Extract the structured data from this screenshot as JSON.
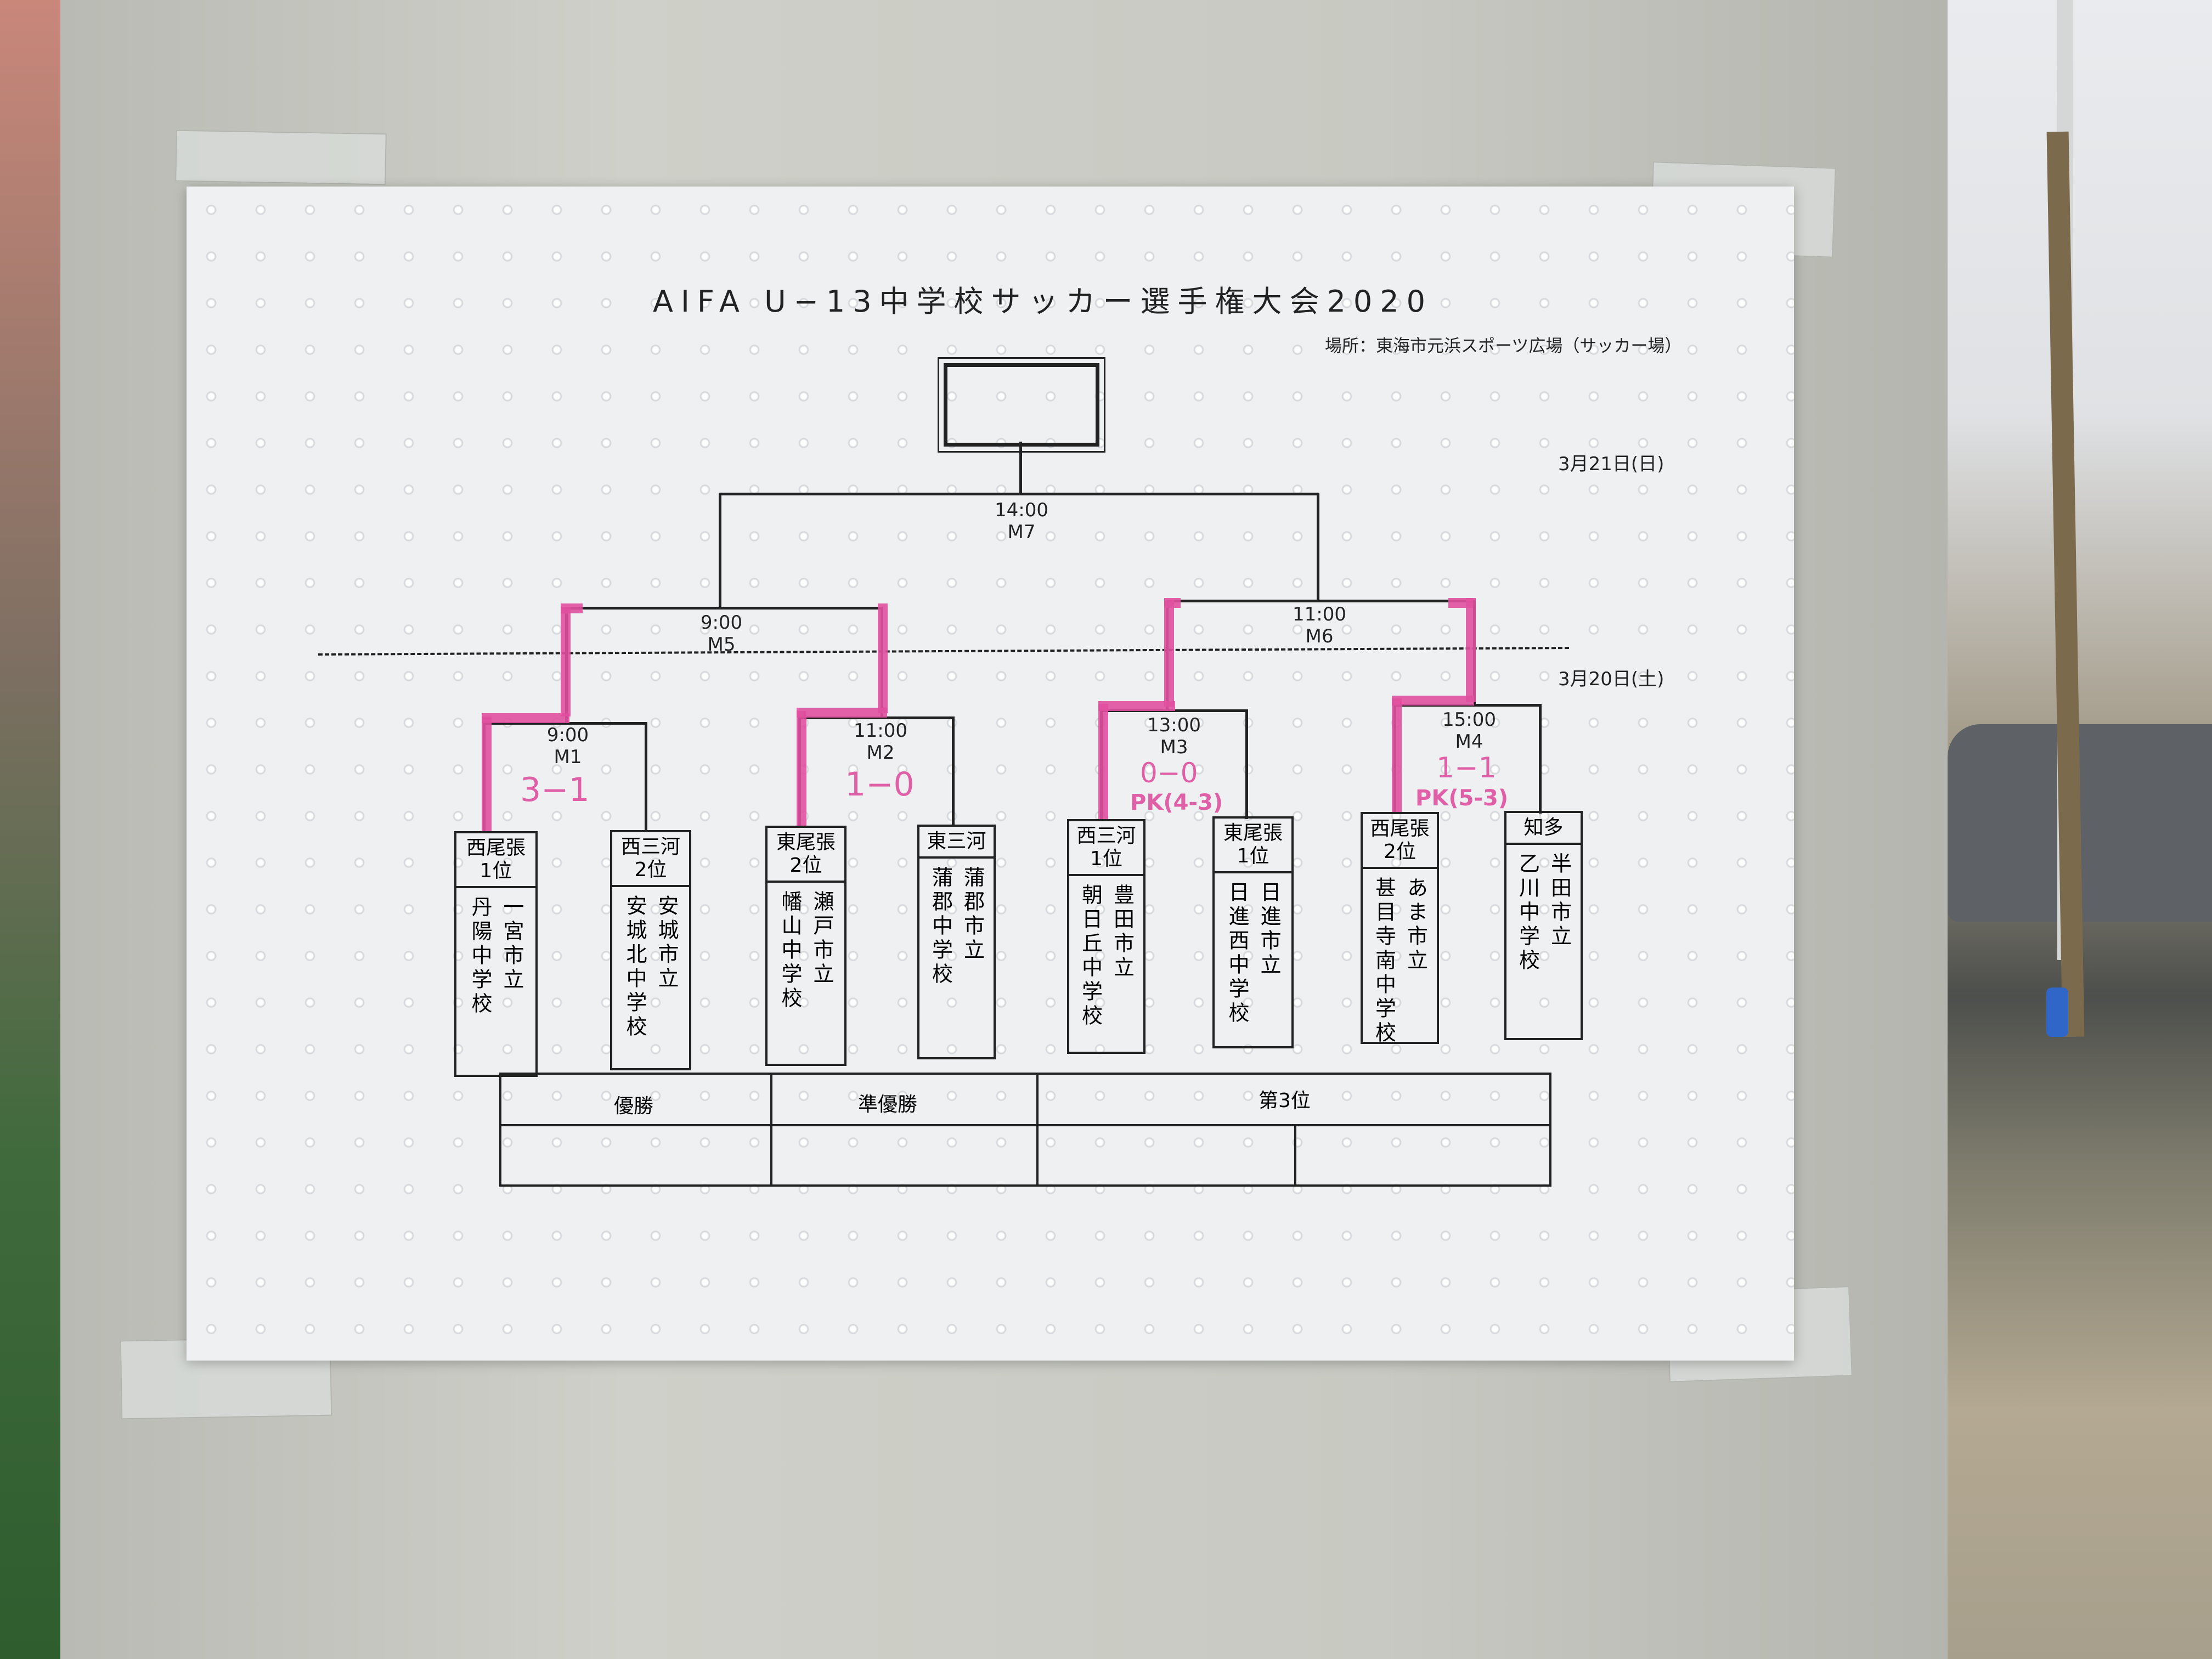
{
  "poster": {
    "title": "AIFA U−13中学校サッカー選手権大会2020",
    "venue": "場所：東海市元浜スポーツ広場（サッカー場）",
    "date_day2": "3月21日(日)",
    "date_day1": "3月20日(土)"
  },
  "matches": {
    "m7": {
      "time": "14:00",
      "id": "M7"
    },
    "m5": {
      "time": "9:00",
      "id": "M5"
    },
    "m6": {
      "time": "11:00",
      "id": "M6"
    },
    "m1": {
      "time": "9:00",
      "id": "M1",
      "score": "3−1"
    },
    "m2": {
      "time": "11:00",
      "id": "M2",
      "score": "1−0"
    },
    "m3": {
      "time": "13:00",
      "id": "M3",
      "score": "0−0",
      "pk": "PK(4-3)"
    },
    "m4": {
      "time": "15:00",
      "id": "M4",
      "score": "1−1",
      "pk": "PK(5-3)"
    }
  },
  "teams": [
    {
      "seed": "西尾張\n1位",
      "col1": "一宮市立",
      "col2": "丹陽中学校"
    },
    {
      "seed": "西三河\n2位",
      "col1": "安城市立",
      "col2": "安城北中学校"
    },
    {
      "seed": "東尾張\n2位",
      "col1": "瀬戸市立",
      "col2": "幡山中学校"
    },
    {
      "seed": "東三河",
      "col1": "蒲郡市立",
      "col2": "蒲郡中学校"
    },
    {
      "seed": "西三河\n1位",
      "col1": "豊田市立",
      "col2": "朝日丘中学校"
    },
    {
      "seed": "東尾張\n1位",
      "col1": "日進市立",
      "col2": "日進西中学校"
    },
    {
      "seed": "西尾張\n2位",
      "col1": "あま市立",
      "col2": "甚目寺南中学校"
    },
    {
      "seed": "知多",
      "col1": "半田市立",
      "col2": "乙川中学校"
    }
  ],
  "results": {
    "winner": "優勝",
    "runner_up": "準優勝",
    "third": "第3位"
  },
  "colors": {
    "bracket_ink": "#222222",
    "highlight_marker": "#e0509e",
    "sheet": "#eef0f2",
    "board": "#c8c9c2"
  }
}
